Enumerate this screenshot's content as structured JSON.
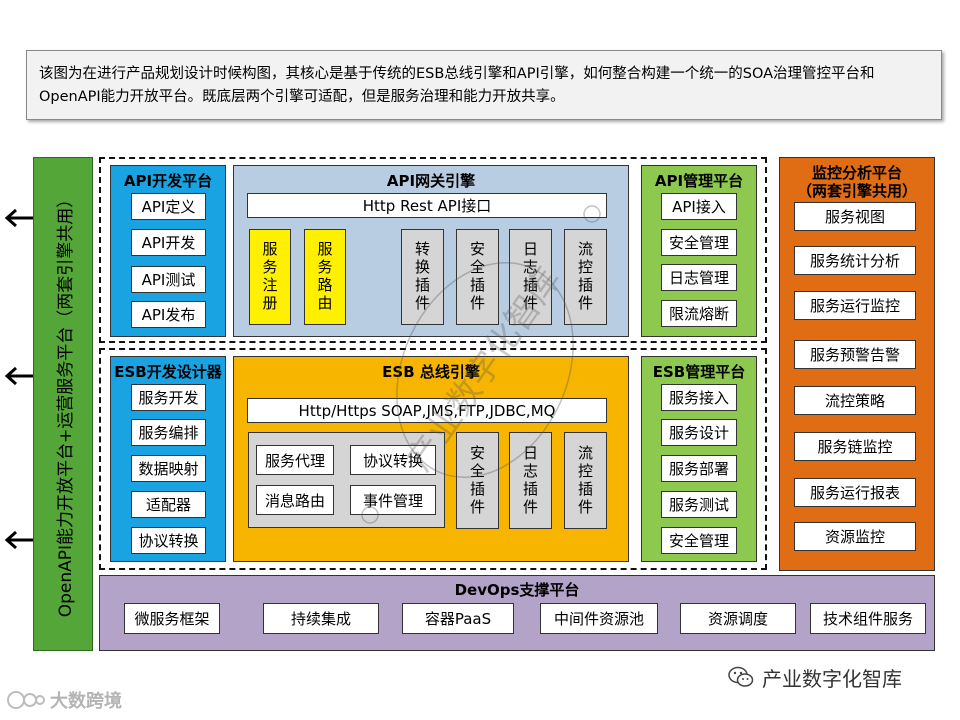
{
  "colors": {
    "blue": "#1aa3e3",
    "lightblue": "#b8cde1",
    "green": "#8ec94f",
    "gold": "#f7b500",
    "yellow": "#fff000",
    "orange": "#e06c14",
    "darkgreen": "#55a638",
    "purple": "#b3a3c9",
    "gray": "#d5d5d5"
  },
  "note": "该图为在进行产品规划设计时候构图，其核心是基于传统的ESB总线引擎和API引擎，如何整合构建一个统一的SOA治理管控平台和OpenAPI能力开放平台。既底层两个引擎可适配，但是服务治理和能力开放共享。",
  "left_bar": {
    "label": "OpenAPI能力开放平台+运营服务平台（两套引擎共用）"
  },
  "arrows": {
    "icon": "left-arrow-icon"
  },
  "api_dev": {
    "title": "API开发平台",
    "items": [
      "API定义",
      "API开发",
      "API测试",
      "API发布"
    ]
  },
  "api_gateway": {
    "title": "API网关引擎",
    "interface": "Http Rest API接口",
    "registry": "服务注册",
    "routing": "服务路由",
    "plugins": [
      "转换插件",
      "安全插件",
      "日志插件",
      "流控插件"
    ]
  },
  "api_mgmt": {
    "title": "API管理平台",
    "items": [
      "API接入",
      "安全管理",
      "日志管理",
      "限流熔断"
    ]
  },
  "monitor": {
    "title_line1": "监控分析平台",
    "title_line2": "（两套引擎共用）",
    "items": [
      "服务视图",
      "服务统计分析",
      "服务运行监控",
      "服务预警告警",
      "流控策略",
      "服务链监控",
      "服务运行报表",
      "资源监控"
    ]
  },
  "esb_dev": {
    "title": "ESB开发设计器",
    "items": [
      "服务开发",
      "服务编排",
      "数据映射",
      "适配器",
      "协议转换"
    ]
  },
  "esb_bus": {
    "title": "ESB 总线引擎",
    "interface": "Http/Https SOAP,JMS,FTP,JDBC,MQ",
    "inner": [
      "服务代理",
      "协议转换",
      "消息路由",
      "事件管理"
    ],
    "plugins": [
      "安全插件",
      "日志插件",
      "流控插件"
    ]
  },
  "esb_mgmt": {
    "title": "ESB管理平台",
    "items": [
      "服务接入",
      "服务设计",
      "服务部署",
      "服务测试",
      "安全管理"
    ]
  },
  "devops": {
    "title": "DevOps支撑平台",
    "items": [
      "微服务框架",
      "持续集成",
      "容器PaaS",
      "中间件资源池",
      "资源调度",
      "技术组件服务"
    ]
  },
  "watermark": {
    "seal_text": "产业数字化智库",
    "bottom_right": "产业数字化智库",
    "bottom_left": "大数跨境"
  }
}
